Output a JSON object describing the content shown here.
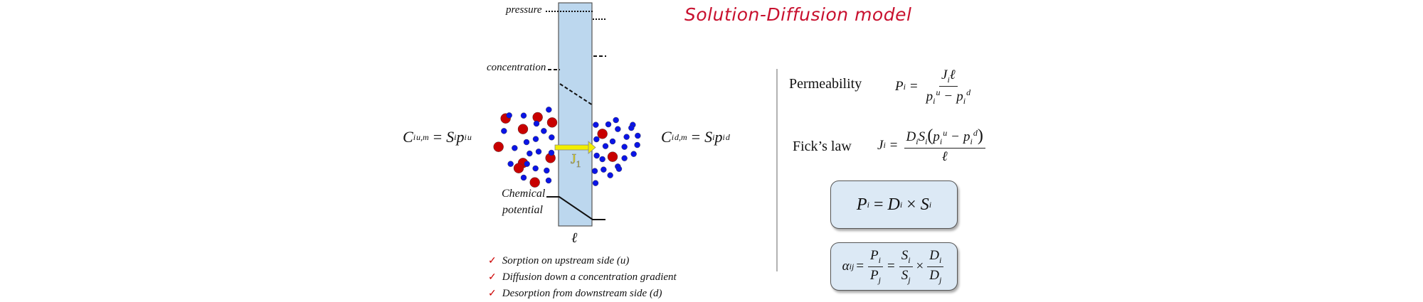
{
  "title": "Solution-Diffusion model",
  "diagram": {
    "pressure_label": "pressure",
    "concentration_label": "concentration",
    "chemical_potential_label": [
      "Chemical",
      "potential"
    ],
    "thickness_label": "ℓ",
    "flux_label": {
      "main": "J",
      "sub": "1"
    },
    "upstream_eq": {
      "lhs": "C",
      "lhs_sub": "i",
      "lhs_sup": "u,m",
      "op": "=",
      "s": "S",
      "s_sub": "i",
      "p": "p",
      "p_sub": "i",
      "p_sup": "u"
    },
    "downstream_eq": {
      "lhs": "C",
      "lhs_sub": "i",
      "lhs_sup": "d,m",
      "op": "=",
      "s": "S",
      "s_sub": "i",
      "p": "p",
      "p_sub": "i",
      "p_sup": "d"
    },
    "checklist": [
      "Sorption on upstream side (u)",
      "Diffusion down a concentration gradient",
      "Desorption from downstream side (d)"
    ],
    "check_icon": "✓"
  },
  "equations": {
    "permeability": {
      "label": "Permeability",
      "lhs": "P",
      "lhs_sub": "i",
      "op": "=",
      "num": "J",
      "num_sub": "i",
      "num_tail": "ℓ",
      "den_a": "p",
      "den_a_sub": "i",
      "den_a_sup": "u",
      "minus": "−",
      "den_b": "p",
      "den_b_sub": "i",
      "den_b_sup": "d"
    },
    "ficks_law": {
      "label": "Fick’s law",
      "lhs": "J",
      "lhs_sub": "i",
      "op": "=",
      "num_d": "D",
      "num_d_sub": "i",
      "num_s": "S",
      "num_s_sub": "i",
      "lparen": "(",
      "pa": "p",
      "pa_sub": "i",
      "pa_sup": "u",
      "minus": "−",
      "pb": "p",
      "pb_sub": "i",
      "pb_sup": "d",
      "rparen": ")",
      "den": "ℓ"
    },
    "box1": {
      "p": "P",
      "p_sub": "i",
      "eq": "=",
      "d": "D",
      "d_sub": "i",
      "times": "×",
      "s": "S",
      "s_sub": "i"
    },
    "box2": {
      "alpha": "α",
      "alpha_sub": "ij",
      "eq": "=",
      "pi": "P",
      "pi_sub": "i",
      "pj": "P",
      "pj_sub": "j",
      "eq2": "=",
      "si": "S",
      "si_sub": "i",
      "sj": "S",
      "sj_sub": "j",
      "times": "×",
      "di": "D",
      "di_sub": "i",
      "dj": "D",
      "dj_sub": "j"
    }
  },
  "colors": {
    "title": "#c8102e",
    "membrane": "#bcd7ee",
    "solute_large": "#c80000",
    "solute_small": "#0a14e6",
    "flux_arrow": "#f2ee00",
    "box_fill": "#dce9f5"
  }
}
